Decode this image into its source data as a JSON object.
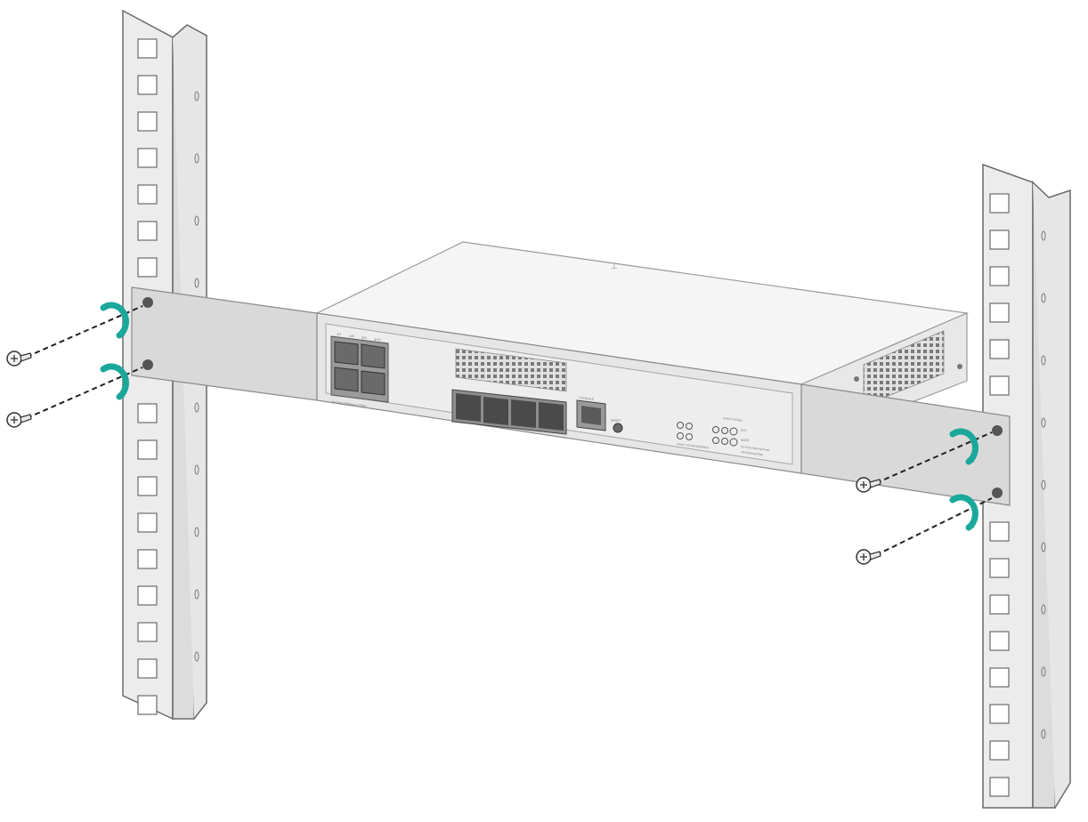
{
  "figure": {
    "subject": "switch-rack-mount-installation",
    "rack_post_count": 2,
    "screw_count": 4,
    "sfp_port_count": 4,
    "rj45_port_count": 4
  },
  "front_panel": {
    "port_numbers": [
      "1/7",
      "2/8",
      "3/9",
      "4/10"
    ],
    "rj45_caption": "10/100/1000Base-T PoE+",
    "console_label": "CONSOLE",
    "reset_label": "RESET",
    "sfp_caption": "Green=10/100/1000Mbps",
    "led_caption_top": "Green=10Gbps",
    "led_sys_label": "SYS",
    "led_mode_label": "MODE",
    "led_mode_line1": "On=PoE Flashing=Fault",
    "led_mode_line2": "Off=Flashing=Rate"
  },
  "colors": {
    "post_fill": "#ebebeb",
    "post_stroke": "#6a6a6a",
    "chassis_top": "#f4f4f4",
    "chassis_front": "#e4e4e4",
    "bracket": "#dcdcdc",
    "arrow": "#1aa89a",
    "line": "#222222"
  },
  "icons": {
    "rotation": "clockwise-rotation-arrow-icon",
    "screw": "screw-icon",
    "guide": "dashed-guide-line"
  }
}
